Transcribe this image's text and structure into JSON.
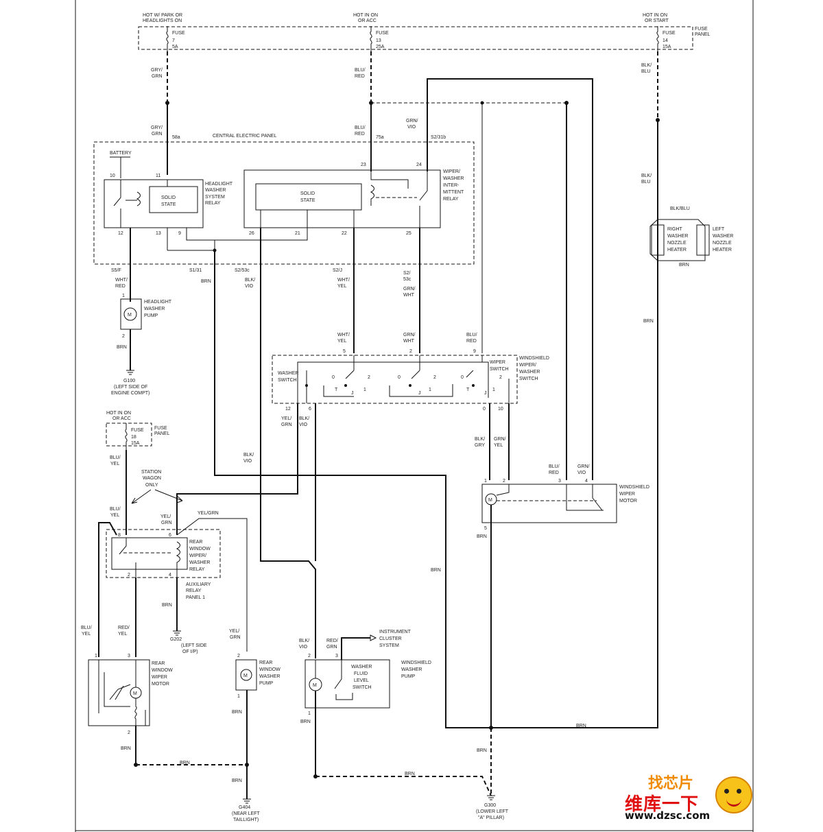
{
  "fuse_panel_top": {
    "label_1": "FUSE",
    "label_2": "PANEL",
    "feeds": [
      {
        "hot_line1": "HOT W/ PARK OR",
        "hot_line2": "HEADLIGHTS ON",
        "fuse": "FUSE",
        "num": "7",
        "amps": "5A"
      },
      {
        "hot_line1": "HOT IN ON",
        "hot_line2": "OR ACC",
        "fuse": "FUSE",
        "num": "13",
        "amps": "25A"
      },
      {
        "hot_line1": "HOT IN ON",
        "hot_line2": "OR START",
        "fuse": "FUSE",
        "num": "14",
        "amps": "15A"
      }
    ]
  },
  "central_panel": {
    "title": "CENTRAL ELECTRIC PANEL",
    "battery": "BATTERY",
    "solid_state_1": "SOLID",
    "solid_state_2": "STATE",
    "headlight_relay": [
      "HEADLIGHT",
      "WASHER",
      "SYSTEM",
      "RELAY"
    ],
    "wiper_relay": [
      "WIPER/",
      "WASHER",
      "INTER-",
      "MITTENT",
      "RELAY"
    ]
  },
  "wires": {
    "gry_grn_1": "GRY/",
    "gry_grn_2": "GRN",
    "blu_red_1": "BLU/",
    "blu_red_2": "RED",
    "blk_blu_1": "BLK/",
    "blk_blu_2": "BLU",
    "grn_vio_1": "GRN/",
    "grn_vio_2": "VIO",
    "wht_red_1": "WHT/",
    "wht_red_2": "RED",
    "wht_yel_1": "WHT/",
    "wht_yel_2": "YEL",
    "grn_wht_1": "GRN/",
    "grn_wht_2": "WHT",
    "blk_vio_1": "BLK/",
    "blk_vio_2": "VIO",
    "brn": "BRN",
    "yel_grn_1": "YEL/",
    "yel_grn_2": "GRN",
    "yel_grn_h": "YEL/GRN",
    "blu_yel_1": "BLU/",
    "blu_yel_2": "YEL",
    "bluf_yel_1": "BLU/",
    "bluf_yel_2": "YEL",
    "red_yel_1": "RED/",
    "red_yel_2": "YEL",
    "red_grn_1": "RED/",
    "red_grn_2": "GRN",
    "blk_gry_1": "BLK/",
    "blk_gry_2": "GRY",
    "grn_yel_1": "GRN/",
    "grn_yel_2": "YEL",
    "blk_blu_h": "BLK/BLU"
  },
  "connectors": {
    "c58a": "58a",
    "c75a": "75a",
    "c52_31b": "S2/31b",
    "c10": "10",
    "c11": "11",
    "c23": "23",
    "c24": "24",
    "c12": "12",
    "c13": "13",
    "c9": "9",
    "c26": "26",
    "c21": "21",
    "c22": "22",
    "c25": "25",
    "s5f": "S5/F",
    "s1_31": "S1/31",
    "s2_53c": "S2/53c",
    "s2u": "S2/J",
    "s2_53c_b1": "S2/",
    "s2_53c_b2": "53c"
  },
  "headlight_pump": {
    "lines": [
      "HEADLIGHT",
      "WASHER",
      "PUMP"
    ],
    "pin1": "1",
    "pin2": "2",
    "motor": "M"
  },
  "g100": {
    "name": "G100",
    "line1": "(LEFT SIDE OF",
    "line2": "ENGINE COMPT)"
  },
  "nozzle_heaters": {
    "right": [
      "RIGHT",
      "WASHER",
      "NOZZLE",
      "HEATER"
    ],
    "left": [
      "LEFT",
      "WASHER",
      "NOZZLE",
      "HEATER"
    ]
  },
  "wiper_washer_switch": {
    "title": [
      "WINDSHIELD",
      "WIPER/",
      "WASHER",
      "SWITCH"
    ],
    "washer_switch": [
      "WASHER",
      "SWITCH"
    ],
    "wiper_switch": [
      "WIPER",
      "SWITCH"
    ],
    "pins": {
      "p5": "5",
      "p2": "2",
      "p9": "9",
      "p12": "12",
      "p6": "6",
      "p0": "0",
      "p10": "10"
    },
    "pos": {
      "o": "0",
      "t": "T",
      "j": "J",
      "one": "1",
      "two": "2"
    }
  },
  "fuse18": {
    "hot1": "HOT IN ON",
    "hot2": "OR ACC",
    "fuse": "FUSE",
    "num": "18",
    "amps": "15A",
    "panel1": "FUSE",
    "panel2": "PANEL"
  },
  "station_wagon": {
    "l1": "STATION",
    "l2": "WAGON",
    "l3": "ONLY"
  },
  "rear_relay": {
    "lines": [
      "REAR",
      "WINDOW",
      "WIPER/",
      "WASHER",
      "RELAY"
    ],
    "aux": [
      "AUXILIARY",
      "RELAY",
      "PANEL 1"
    ],
    "p8": "8",
    "p6": "6",
    "p2": "2",
    "p4": "4"
  },
  "g202": {
    "name": "G202",
    "line1": "(LEFT SIDE",
    "line2": "OF I/P)"
  },
  "rear_wiper_motor": {
    "lines": [
      "REAR",
      "WINDOW",
      "WIPER",
      "MOTOR"
    ],
    "p1": "1",
    "p3": "3",
    "p2": "2",
    "motor": "M"
  },
  "rear_washer_pump": {
    "lines": [
      "REAR",
      "WINDOW",
      "WASHER",
      "PUMP"
    ],
    "p2": "2",
    "p1": "1",
    "motor": "M"
  },
  "windshield_pump": {
    "lines": [
      "WINDSHIELD",
      "WASHER",
      "PUMP"
    ],
    "fluid": [
      "WASHER",
      "FLUID",
      "LEVEL",
      "SWITCH"
    ],
    "p2": "2",
    "p3": "3",
    "p1": "1",
    "motor": "M"
  },
  "instrument_cluster": [
    "INSTRUMENT",
    "CLUSTER",
    "SYSTEM"
  ],
  "windshield_motor": {
    "lines": [
      "WINDSHIELD",
      "WIPER",
      "MOTOR"
    ],
    "p1": "1",
    "p2": "2",
    "p3": "3",
    "p4": "4",
    "p5": "5",
    "motor": "M"
  },
  "g404": {
    "name": "G404",
    "line1": "(NEAR LEFT",
    "line2": "TAILLIGHT)"
  },
  "g300": {
    "name": "G300",
    "line1": "(LOWER LEFT",
    "line2": "\"A\" PILLAR)"
  },
  "watermark": {
    "top": "找芯片",
    "cn": "维库一下",
    "url": "www.dzsc.com"
  }
}
